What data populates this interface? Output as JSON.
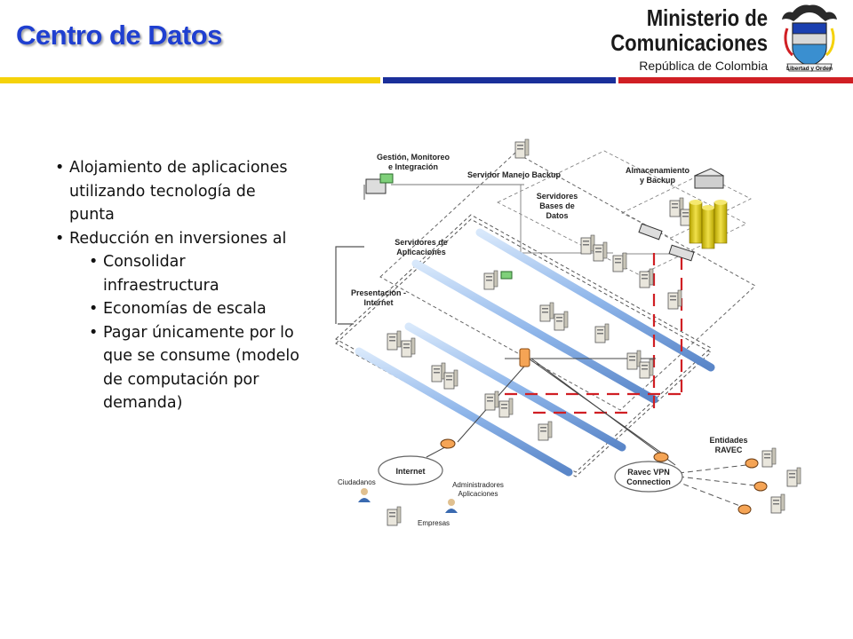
{
  "header": {
    "title": "Centro de Datos",
    "ministry_line1": "Ministerio de",
    "ministry_line2": "Comunicaciones",
    "ministry_line3": "República de Colombia",
    "seal_motto": "Libertad y Orden",
    "stripe_colors": [
      "#f5d20a",
      "#1a2f9a",
      "#d01f24"
    ]
  },
  "bullets": {
    "items": [
      "Alojamiento de aplicaciones utilizando tecnología de punta",
      "Reducción en inversiones al"
    ],
    "sub_items": [
      "Consolidar infraestructura",
      "Economías de escala",
      "Pagar únicamente por lo que se consume (modelo de computación por demanda)"
    ]
  },
  "diagram": {
    "gestion": [
      "Gestión, Monitoreo",
      "e Integración"
    ],
    "backup_server": "Servidor Manejo Backup",
    "almacenamiento": [
      "Almacenamiento",
      "y Backup"
    ],
    "bases_datos": [
      "Servidores",
      "Bases de",
      "Datos"
    ],
    "aplicaciones": [
      "Servidores de",
      "Aplicaciones"
    ],
    "presentacion": [
      "Presentación -",
      "Internet"
    ],
    "internet": "Internet",
    "ciudadanos": "Ciudadanos",
    "administradores": [
      "Administradores",
      "Aplicaciones"
    ],
    "empresas": "Empresas",
    "vpn": [
      "Ravec VPN",
      "Connection"
    ],
    "entidades": [
      "Entidades",
      "RAVEC"
    ]
  }
}
